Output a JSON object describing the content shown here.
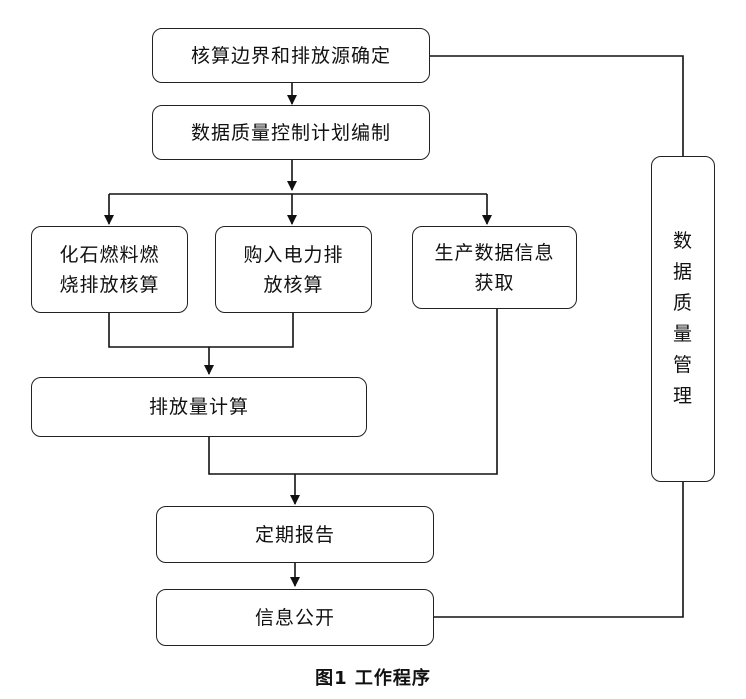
{
  "nodes": {
    "boundary": "核算边界和排放源确定",
    "plan": "数据质量控制计划编制",
    "fossil": [
      "化石燃料燃",
      "烧排放核算"
    ],
    "power": [
      "购入电力排",
      "放核算"
    ],
    "production": [
      "生产数据信息",
      "获取"
    ],
    "emission_calc": "排放量计算",
    "report": "定期报告",
    "disclosure": "信息公开",
    "management": [
      "数",
      "据",
      "质",
      "量",
      "管",
      "理"
    ]
  },
  "caption": "图1  工作程序"
}
